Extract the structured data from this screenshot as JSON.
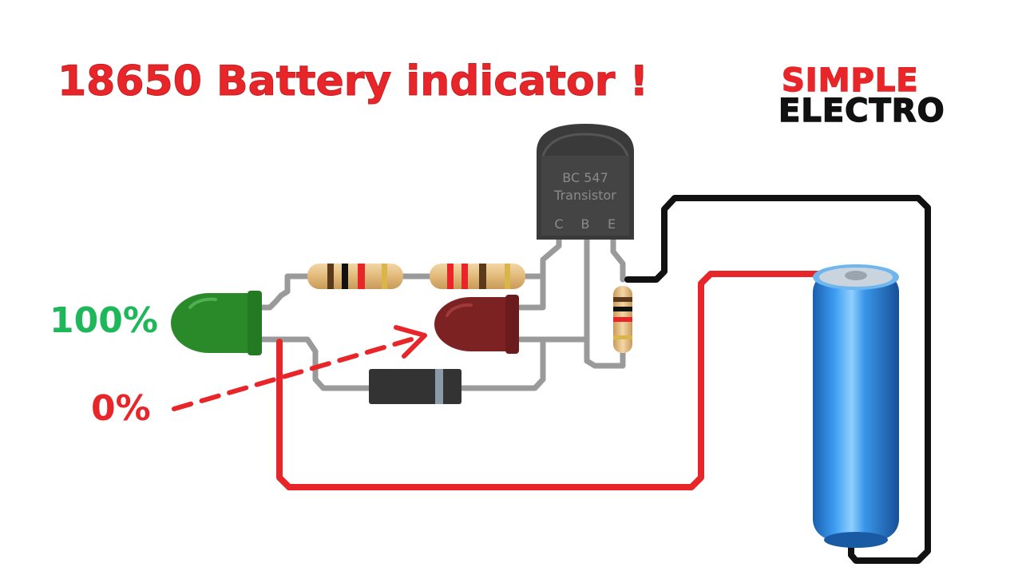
{
  "title": "18650 Battery indicator !",
  "logo": {
    "line1": "SIMPLE",
    "line2": "ELECTRO"
  },
  "labels": {
    "full": "100%",
    "empty": "0%"
  },
  "transistor": {
    "line1": "BC 547",
    "line2": "Transistor",
    "pins": [
      "C",
      "B",
      "E"
    ]
  },
  "colors": {
    "title": "#e8262a",
    "full_label": "#1eb85a",
    "empty_label": "#e8262a",
    "wire_positive": "#e8262a",
    "wire_negative": "#111111",
    "wire_circuit": "#9a9a9a",
    "green_led": "#2a8a2a",
    "red_led": "#7d2222",
    "battery": "#2f86d8"
  }
}
